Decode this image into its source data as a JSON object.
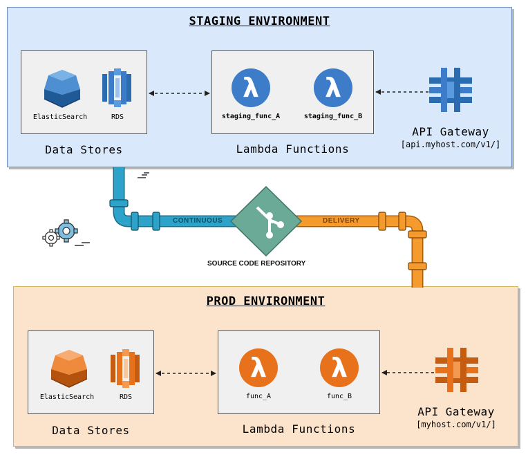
{
  "staging": {
    "title": "STAGING ENVIRONMENT",
    "data_stores": {
      "label": "Data Stores",
      "items": [
        "ElasticSearch",
        "RDS"
      ]
    },
    "lambda": {
      "label": "Lambda Functions",
      "items": [
        "staging_func_A",
        "staging_func_B"
      ]
    },
    "gateway": {
      "label": "API Gateway",
      "url": "[api.myhost.com/v1/]"
    }
  },
  "prod": {
    "title": "PROD ENVIRONMENT",
    "data_stores": {
      "label": "Data Stores",
      "items": [
        "ElasticSearch",
        "RDS"
      ]
    },
    "lambda": {
      "label": "Lambda Functions",
      "items": [
        "func_A",
        "func_B"
      ]
    },
    "gateway": {
      "label": "API Gateway",
      "url": "[myhost.com/v1/]"
    }
  },
  "pipeline": {
    "left_label": "CONTINUOUS",
    "right_label": "DELIVERY",
    "repo_label": "SOURCE CODE REPOSITORY"
  },
  "colors": {
    "staging_bg": "#dae8fc",
    "prod_bg": "#fce4cc",
    "aws_blue": "#3d7cc9",
    "aws_orange": "#e8721c",
    "pipe_blue": "#2ea3c9",
    "pipe_orange": "#f59b2e",
    "git_green": "#6aaa96"
  }
}
